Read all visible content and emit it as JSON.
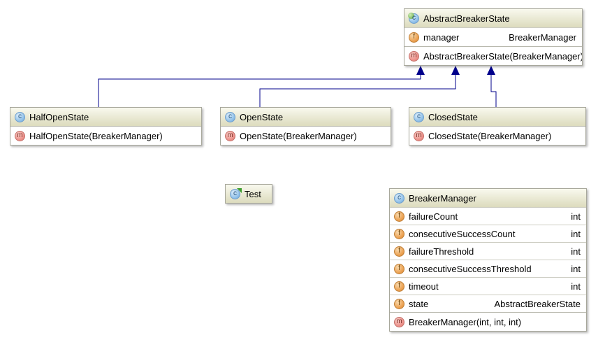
{
  "diagram": {
    "background": "#ffffff",
    "edge_color": "#00008b",
    "header_gradient_top": "#f9f9ee",
    "header_gradient_bottom": "#dcdbbd",
    "icons": {
      "class_letter": "c",
      "field_letter": "f",
      "method_letter": "m",
      "class_ball_color": "#8fc0e9",
      "field_ball_color": "#eba050",
      "method_ball_color": "#ec9089",
      "abstract_class_overlay": "green-arc",
      "runnable_class_overlay": "green-run-arrow"
    },
    "classes": {
      "abstract_breaker_state": {
        "name": "AbstractBreakerState",
        "fields": [
          {
            "name": "manager",
            "type": "BreakerManager"
          }
        ],
        "methods": [
          {
            "signature": "AbstractBreakerState(BreakerManager)"
          }
        ]
      },
      "half_open_state": {
        "name": "HalfOpenState",
        "methods": [
          {
            "signature": "HalfOpenState(BreakerManager)"
          }
        ]
      },
      "open_state": {
        "name": "OpenState",
        "methods": [
          {
            "signature": "OpenState(BreakerManager)"
          }
        ]
      },
      "closed_state": {
        "name": "ClosedState",
        "methods": [
          {
            "signature": "ClosedState(BreakerManager)"
          }
        ]
      },
      "test": {
        "name": "Test"
      },
      "breaker_manager": {
        "name": "BreakerManager",
        "fields": [
          {
            "name": "failureCount",
            "type": "int"
          },
          {
            "name": "consecutiveSuccessCount",
            "type": "int"
          },
          {
            "name": "failureThreshold",
            "type": "int"
          },
          {
            "name": "consecutiveSuccessThreshold",
            "type": "int"
          },
          {
            "name": "timeout",
            "type": "int"
          },
          {
            "name": "state",
            "type": "AbstractBreakerState"
          }
        ],
        "methods": [
          {
            "signature": "BreakerManager(int, int, int)"
          }
        ]
      }
    },
    "relations": [
      {
        "from": "HalfOpenState",
        "to": "AbstractBreakerState",
        "type": "inheritance"
      },
      {
        "from": "OpenState",
        "to": "AbstractBreakerState",
        "type": "inheritance"
      },
      {
        "from": "ClosedState",
        "to": "AbstractBreakerState",
        "type": "inheritance"
      }
    ]
  }
}
